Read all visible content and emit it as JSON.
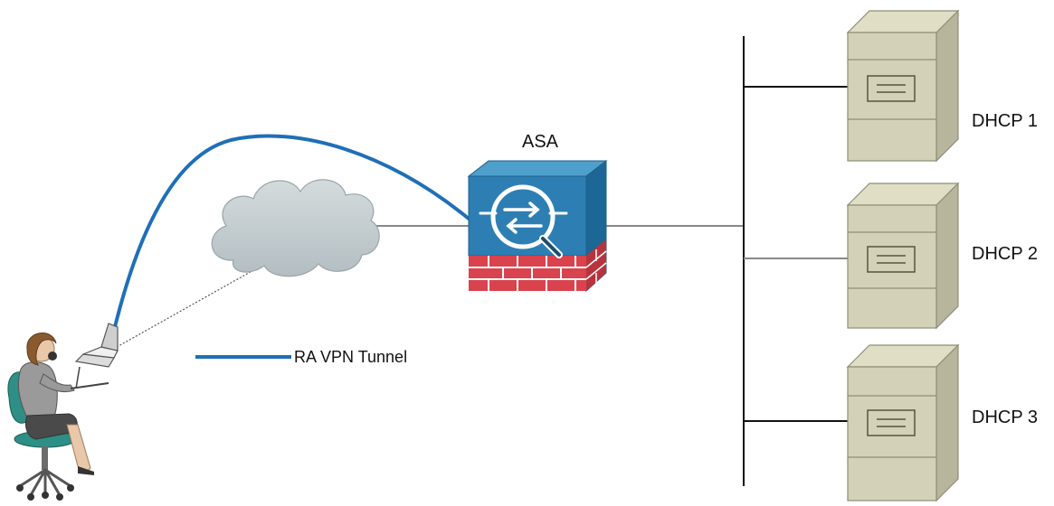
{
  "firewall": {
    "label": "ASA",
    "icon": "asa-firewall-icon"
  },
  "legend": {
    "tunnel_label": "RA VPN Tunnel",
    "tunnel_color": "#1f6fb8"
  },
  "servers": [
    {
      "label": "DHCP 1",
      "icon": "server-tower-icon"
    },
    {
      "label": "DHCP 2",
      "icon": "server-tower-icon"
    },
    {
      "label": "DHCP 3",
      "icon": "server-tower-icon"
    }
  ],
  "colors": {
    "tunnel": "#1f6fb8",
    "cloud": "#c3cccf",
    "asa_blue": "#2d7fb3",
    "asa_brick": "#d9434d",
    "server_face": "#d3d2b8",
    "server_side": "#b7b69d",
    "server_top": "#e0dfc6"
  }
}
